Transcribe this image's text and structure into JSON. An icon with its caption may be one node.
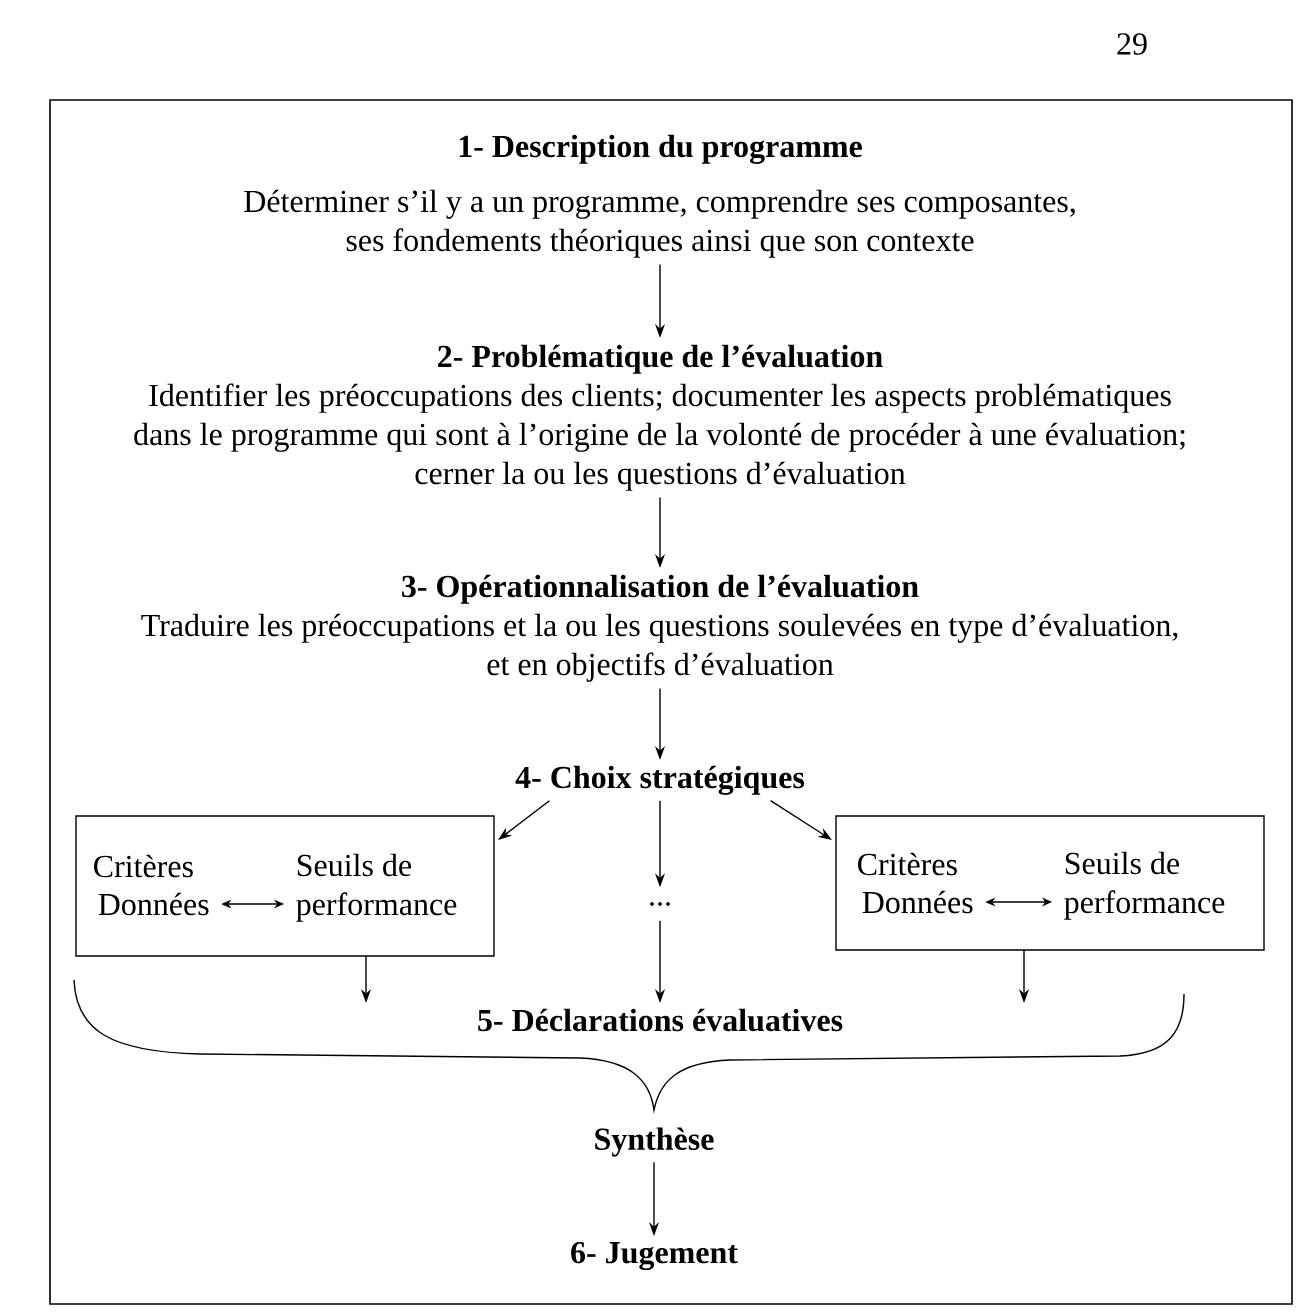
{
  "diagram": {
    "nodes": [
      {
        "text": [],
        "shape": "box"
      },
      {
        "text": [
          "1- Description du programme",
          "Déterminer s’il y a un programme, comprendre ses composantes, ses fondements théoriques ainsi que son contexte"
        ],
        "in": 0
      },
      {
        "text": [
          "2- Problématique de l’évaluation",
          "Identifier les préoccupations des clients; documenter les aspects problématiques dans le programme qui sont à l’origine de la volonté de procéder à une évaluation; cerner la ou les questions d’évaluation"
        ],
        "in": 0
      },
      {
        "text": [
          "3- Opérationnalisation de l’évaluation",
          "Traduire les préoccupations et la ou les questions soulevées en type d’évaluation, et en objectifs d’évaluation"
        ],
        "in": 0
      },
      {
        "text": [
          "4- Choix stratégiques"
        ],
        "in": 0
      },
      {
        "text": [
          "Critères"
        ],
        "in": 0
      },
      {
        "text": [
          "Données"
        ],
        "in": 5
      },
      {
        "text": [
          "Seuils de performance"
        ],
        "in": 5
      },
      {
        "text": [
          "..."
        ],
        "in": 0
      },
      {
        "text": [
          "Critères"
        ],
        "in": 0
      },
      {
        "text": [
          "Données"
        ],
        "in": 9
      },
      {
        "text": [
          "Seuils de performance"
        ],
        "in": 9
      },
      {
        "text": [
          "5- Déclarations évaluatives"
        ],
        "in": 0
      },
      {
        "text": [
          "Synthèse"
        ],
        "in": 0
      },
      {
        "text": [
          "6- Jugement"
        ],
        "in": 0
      }
    ],
    "edges": [
      {
        "from": 1,
        "to": 2,
        "arrow": "to"
      },
      {
        "from": 2,
        "to": 3,
        "arrow": "to"
      },
      {
        "from": 3,
        "to": 4,
        "arrow": "to"
      },
      {
        "from": 4,
        "to": 5,
        "arrow": "to"
      },
      {
        "from": 4,
        "to": 8,
        "arrow": "to"
      },
      {
        "from": 4,
        "to": 9,
        "arrow": "to"
      },
      {
        "from": 6,
        "to": 7,
        "arrow": "both"
      },
      {
        "from": 10,
        "to": 11,
        "arrow": "both"
      },
      {
        "from": 5,
        "to": 12,
        "arrow": "to"
      },
      {
        "from": 8,
        "to": 12,
        "arrow": "to"
      },
      {
        "from": 9,
        "to": 12,
        "arrow": "to"
      },
      {
        "from": 13,
        "to": 14,
        "arrow": "to"
      }
    ],
    "labels": [
      "29"
    ]
  }
}
